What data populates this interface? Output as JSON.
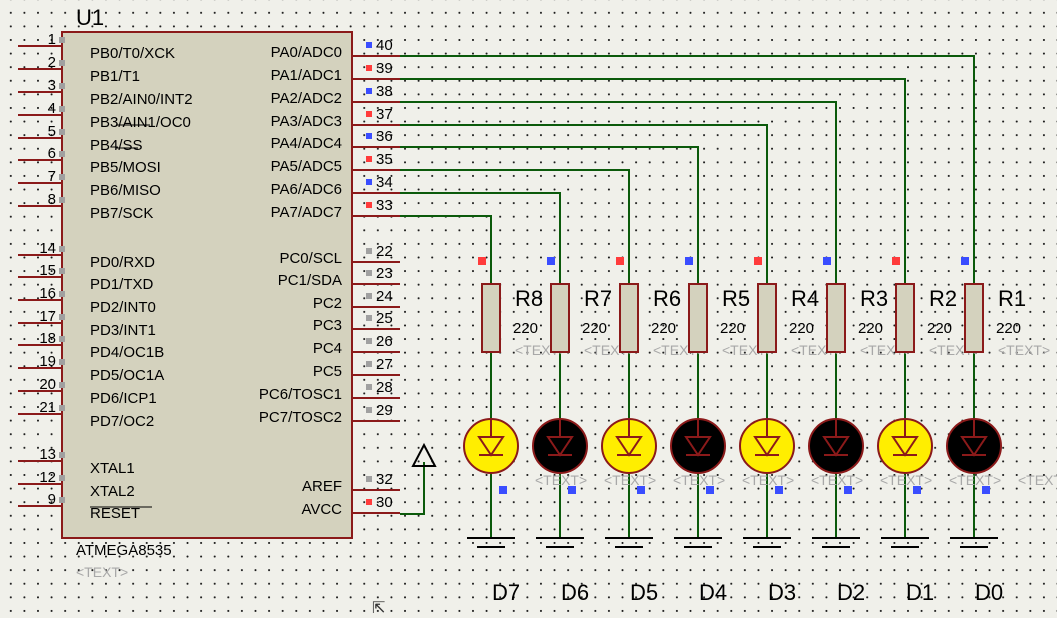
{
  "chip": {
    "ref": "U1",
    "part": "ATMEGA8535",
    "text_placeholder": "<TEXT>",
    "left_pins": [
      {
        "num": "1",
        "name": "PB0/T0/XCK"
      },
      {
        "num": "2",
        "name": "PB1/T1"
      },
      {
        "num": "3",
        "name": "PB2/AIN0/INT2"
      },
      {
        "num": "4",
        "name": "PB3/AIN1/OC0"
      },
      {
        "num": "5",
        "name": "PB4/SS"
      },
      {
        "num": "6",
        "name": "PB5/MOSI"
      },
      {
        "num": "7",
        "name": "PB6/MISO"
      },
      {
        "num": "8",
        "name": "PB7/SCK"
      },
      {
        "num": "14",
        "name": "PD0/RXD"
      },
      {
        "num": "15",
        "name": "PD1/TXD"
      },
      {
        "num": "16",
        "name": "PD2/INT0"
      },
      {
        "num": "17",
        "name": "PD3/INT1"
      },
      {
        "num": "18",
        "name": "PD4/OC1B"
      },
      {
        "num": "19",
        "name": "PD5/OC1A"
      },
      {
        "num": "20",
        "name": "PD6/ICP1"
      },
      {
        "num": "21",
        "name": "PD7/OC2"
      },
      {
        "num": "13",
        "name": "XTAL1"
      },
      {
        "num": "12",
        "name": "XTAL2"
      },
      {
        "num": "9",
        "name": "RESET"
      }
    ],
    "right_pins": [
      {
        "num": "40",
        "name": "PA0/ADC0",
        "state": "low"
      },
      {
        "num": "39",
        "name": "PA1/ADC1",
        "state": "high"
      },
      {
        "num": "38",
        "name": "PA2/ADC2",
        "state": "low"
      },
      {
        "num": "37",
        "name": "PA3/ADC3",
        "state": "high"
      },
      {
        "num": "36",
        "name": "PA4/ADC4",
        "state": "low"
      },
      {
        "num": "35",
        "name": "PA5/ADC5",
        "state": "high"
      },
      {
        "num": "34",
        "name": "PA6/ADC6",
        "state": "low"
      },
      {
        "num": "33",
        "name": "PA7/ADC7",
        "state": "high"
      },
      {
        "num": "22",
        "name": "PC0/SCL",
        "state": "none"
      },
      {
        "num": "23",
        "name": "PC1/SDA",
        "state": "none"
      },
      {
        "num": "24",
        "name": "PC2",
        "state": "none"
      },
      {
        "num": "25",
        "name": "PC3",
        "state": "none"
      },
      {
        "num": "26",
        "name": "PC4",
        "state": "none"
      },
      {
        "num": "27",
        "name": "PC5",
        "state": "none"
      },
      {
        "num": "28",
        "name": "PC6/TOSC1",
        "state": "none"
      },
      {
        "num": "29",
        "name": "PC7/TOSC2",
        "state": "none"
      },
      {
        "num": "32",
        "name": "AREF",
        "state": "none"
      },
      {
        "num": "30",
        "name": "AVCC",
        "state": "high"
      }
    ]
  },
  "resistors": [
    {
      "ref": "R8",
      "value": "220",
      "text": "<TEXT>",
      "top_state": "high"
    },
    {
      "ref": "R7",
      "value": "220",
      "text": "<TEXT>",
      "top_state": "low"
    },
    {
      "ref": "R6",
      "value": "220",
      "text": "<TEXT>",
      "top_state": "high"
    },
    {
      "ref": "R5",
      "value": "220",
      "text": "<TEXT>",
      "top_state": "low"
    },
    {
      "ref": "R4",
      "value": "220",
      "text": "<TEXT>",
      "top_state": "high"
    },
    {
      "ref": "R3",
      "value": "220",
      "text": "<TEXT>",
      "top_state": "low"
    },
    {
      "ref": "R2",
      "value": "220",
      "text": "<TEXT>",
      "top_state": "high"
    },
    {
      "ref": "R1",
      "value": "220",
      "text": "<TEXT>",
      "top_state": "low"
    }
  ],
  "leds": [
    {
      "ref": "D7",
      "lit": true,
      "text": "<TEXT>"
    },
    {
      "ref": "D6",
      "lit": false,
      "text": "<TEXT>"
    },
    {
      "ref": "D5",
      "lit": true,
      "text": "<TEXT>"
    },
    {
      "ref": "D4",
      "lit": false,
      "text": "<TEXT>"
    },
    {
      "ref": "D3",
      "lit": true,
      "text": "<TEXT>"
    },
    {
      "ref": "D2",
      "lit": false,
      "text": "<TEXT>"
    },
    {
      "ref": "D1",
      "lit": true,
      "text": "<TEXT>"
    },
    {
      "ref": "D0",
      "lit": false,
      "text": "<TEXT>"
    }
  ],
  "colors": {
    "wire": "#0b5a0b",
    "pin": "#8b1a1a",
    "chip_fill": "#d4d2be",
    "state_high": "#ff3b3b",
    "state_low": "#3a4dff",
    "state_none": "#a0a0a0",
    "led_lit": "#ffee00",
    "led_off": "#000000"
  }
}
